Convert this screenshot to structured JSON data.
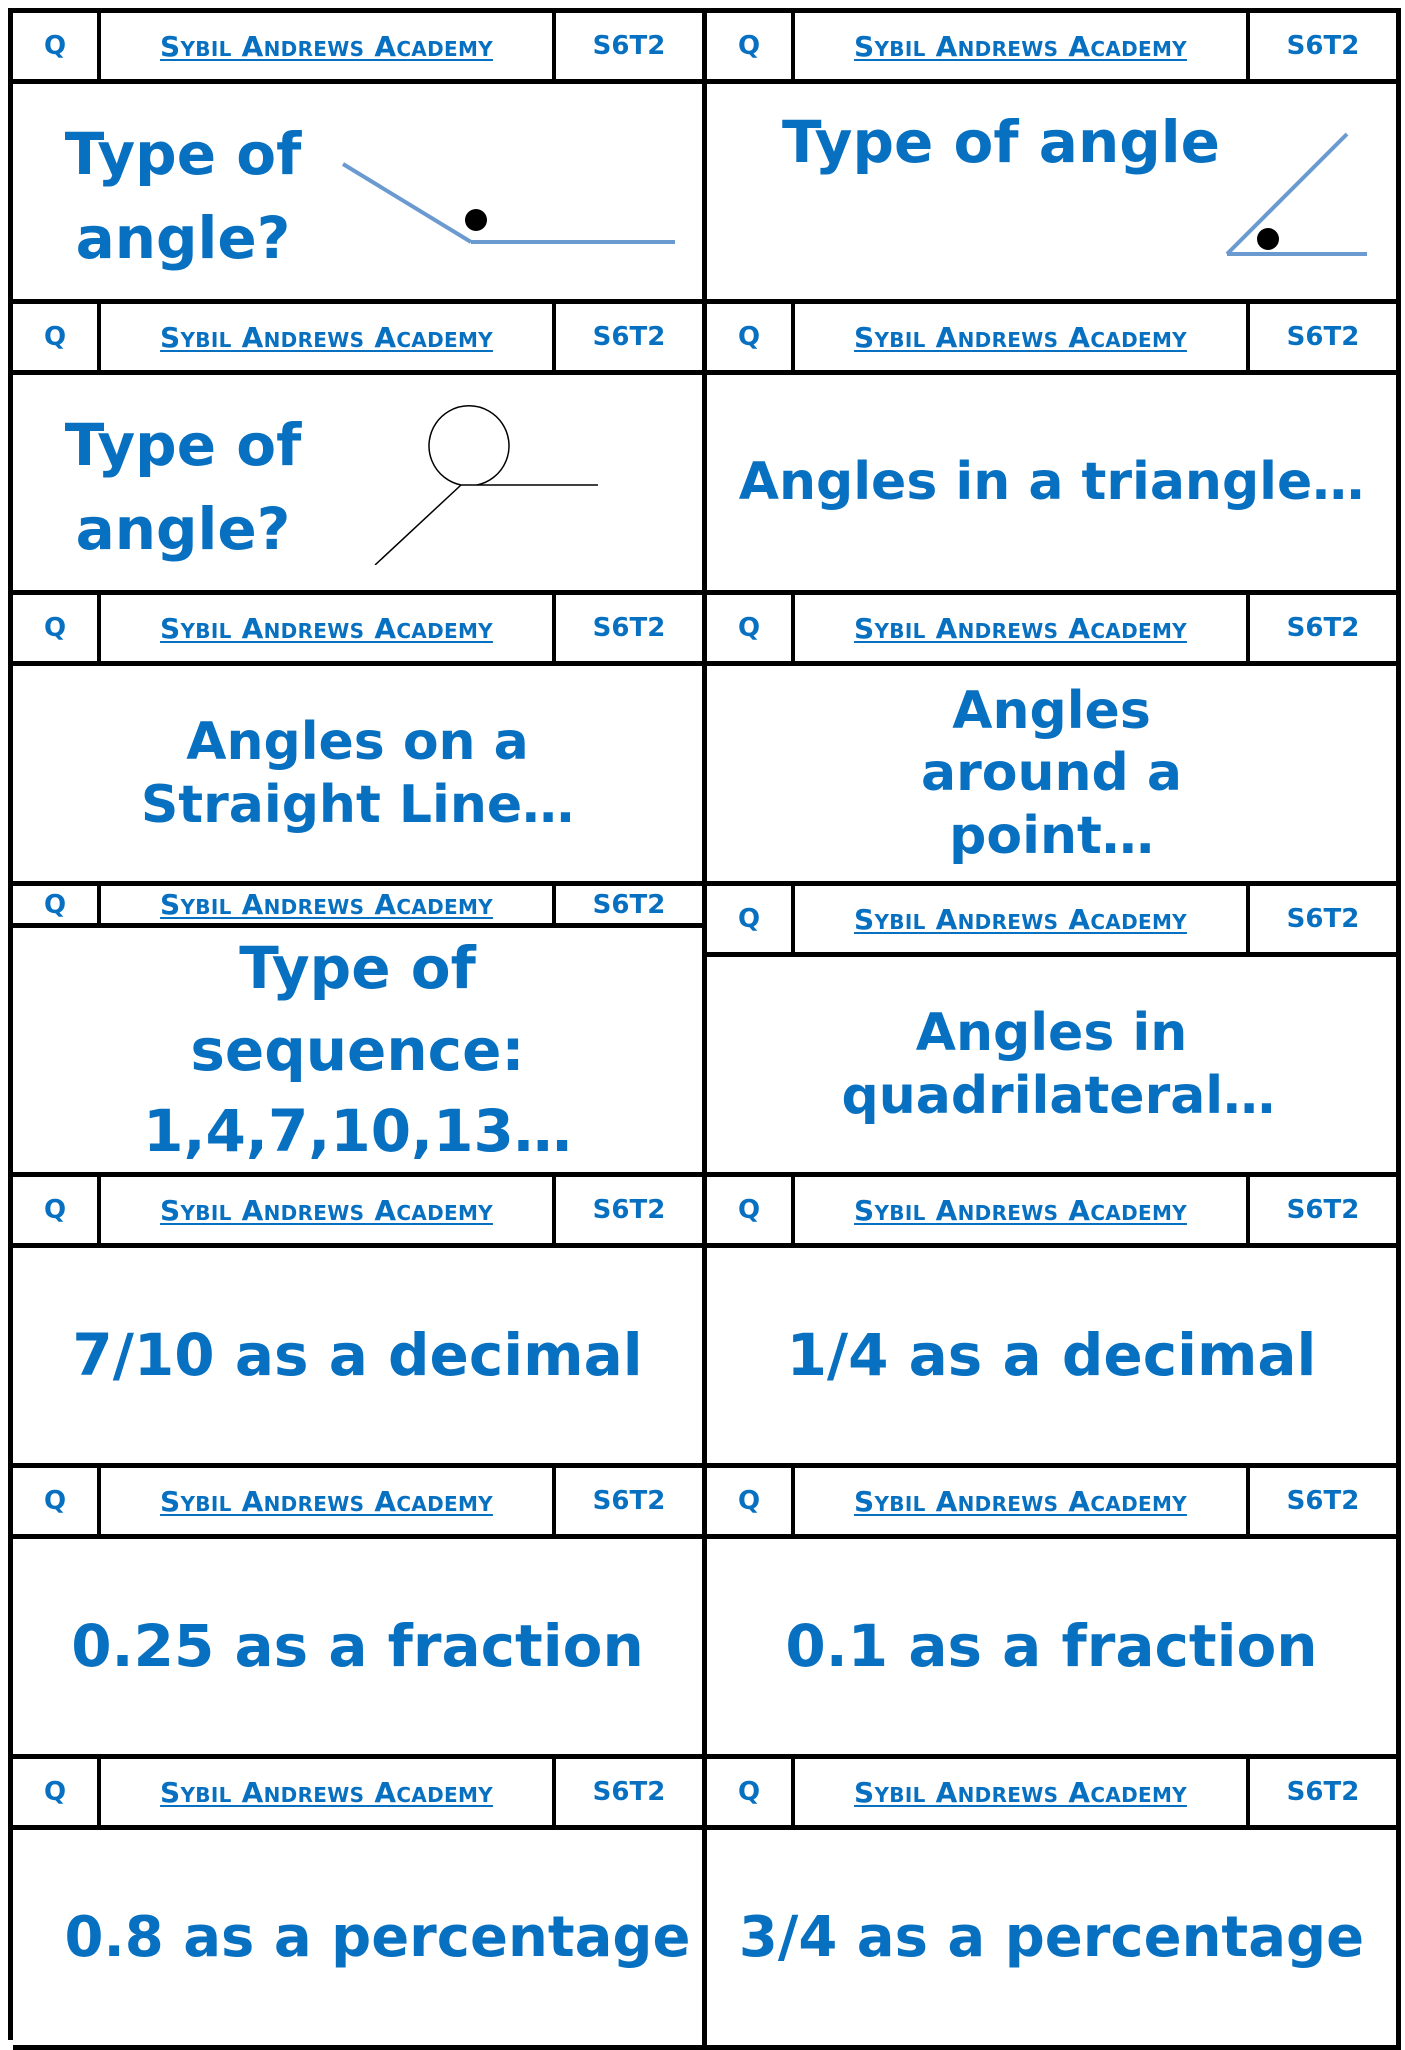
{
  "header": {
    "q": "Q",
    "school": "Sybil Andrews Academy",
    "code": "S6T2"
  },
  "cards": [
    {
      "text": "Type of angle?"
    },
    {
      "text": "Type of angle"
    },
    {
      "text": "Type of angle?"
    },
    {
      "text": "Angles in a triangle…"
    },
    {
      "text": "Angles on a Straight Line…"
    },
    {
      "text": "Angles around a point…"
    },
    {
      "text": "Type of sequence: 1,4,7,10,13…"
    },
    {
      "text": "Angles in quadrilateral…"
    },
    {
      "text": "7/10 as a decimal"
    },
    {
      "text": "1/4 as a decimal"
    },
    {
      "text": "0.25 as a fraction"
    },
    {
      "text": "0.1 as a fraction"
    },
    {
      "text": "0.8 as a percentage"
    },
    {
      "text": "3/4 as a percentage"
    }
  ],
  "colors": {
    "text": "#0870c0",
    "border": "#000000",
    "line": "#6a9ad0"
  }
}
